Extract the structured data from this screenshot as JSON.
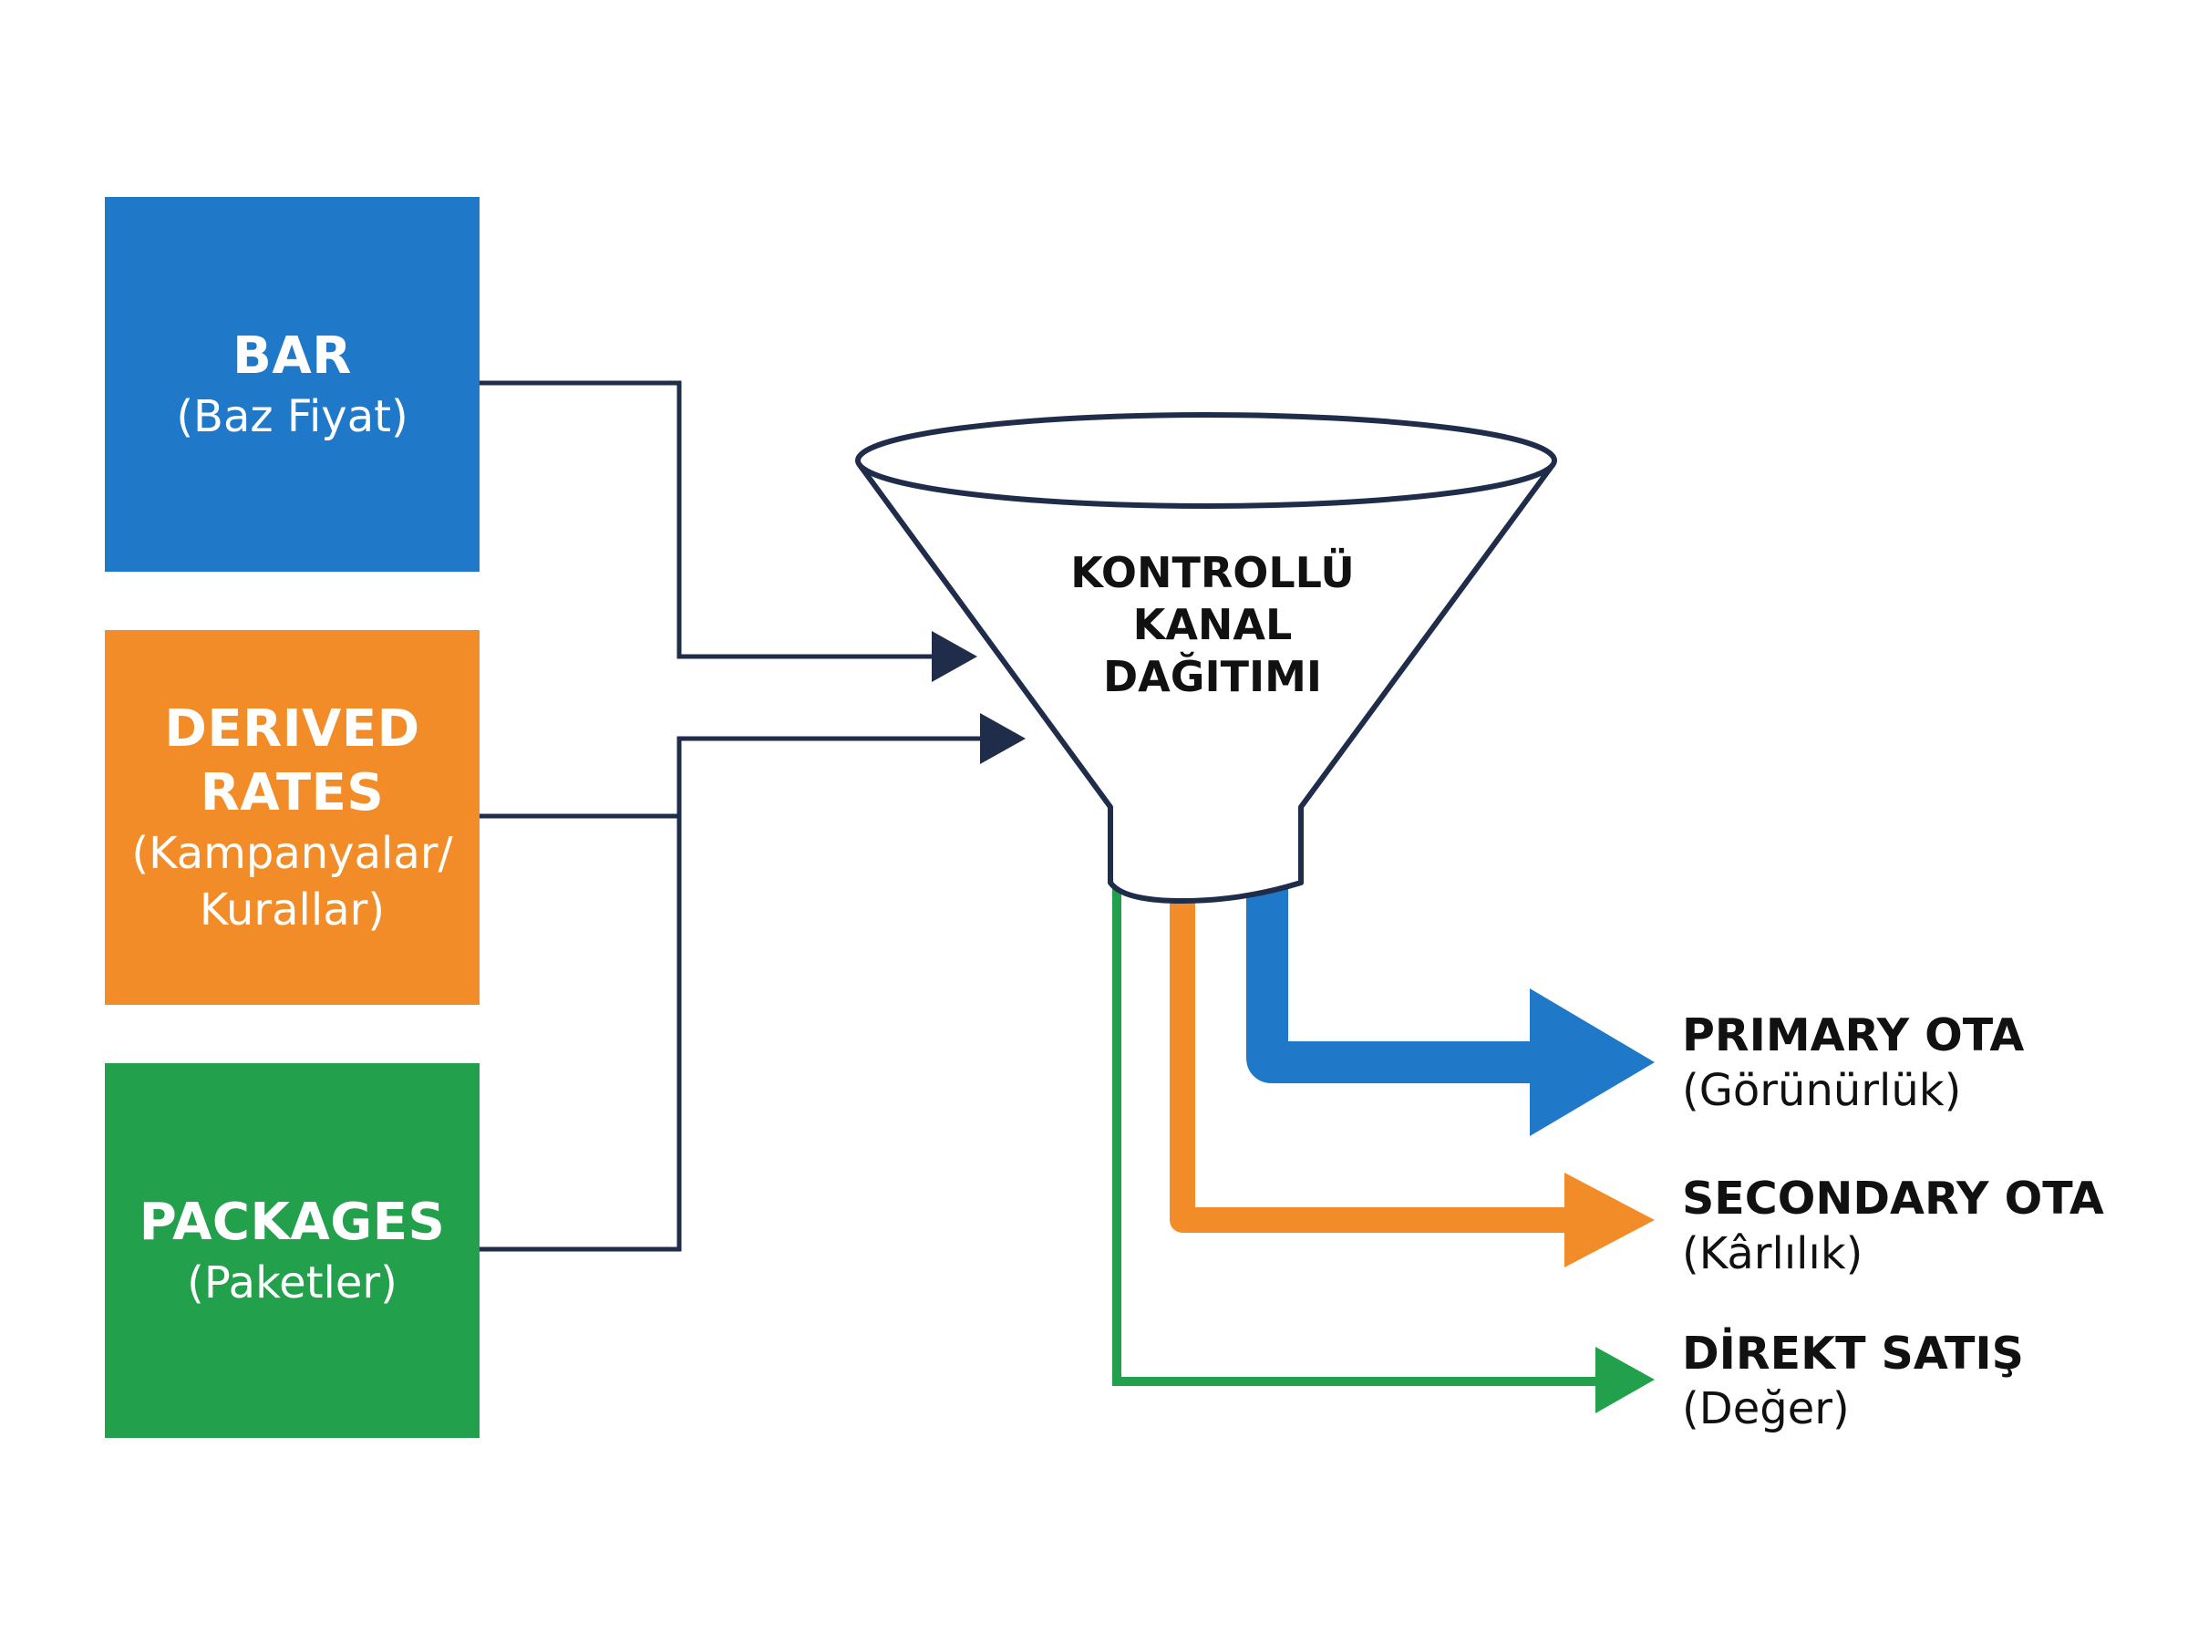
{
  "colors": {
    "blue": "#1F78C8",
    "orange": "#F28C28",
    "green": "#22A04B",
    "line": "#1F2D4A"
  },
  "sources": [
    {
      "title": "BAR",
      "subtitle": "(Baz Fiyat)"
    },
    {
      "title": "DERIVED RATES",
      "title_lines": [
        "DERIVED",
        "RATES"
      ],
      "subtitle": "(Kampanyalar/ Kurallar)",
      "subtitle_lines": [
        "(Kampanyalar/",
        "Kurallar)"
      ]
    },
    {
      "title": "PACKAGES",
      "subtitle": "(Paketler)"
    }
  ],
  "funnel": {
    "label": "KONTROLLÜ KANAL DAĞITIMI",
    "label_lines": [
      "KONTROLLÜ",
      "KANAL",
      "DAĞITIMI"
    ]
  },
  "outputs": [
    {
      "title": "PRIMARY OTA",
      "subtitle": "(Görünürlük)"
    },
    {
      "title": "SECONDARY OTA",
      "subtitle": "(Kârlılık)"
    },
    {
      "title": "DİREKT SATIŞ",
      "subtitle": "(Değer)"
    }
  ]
}
